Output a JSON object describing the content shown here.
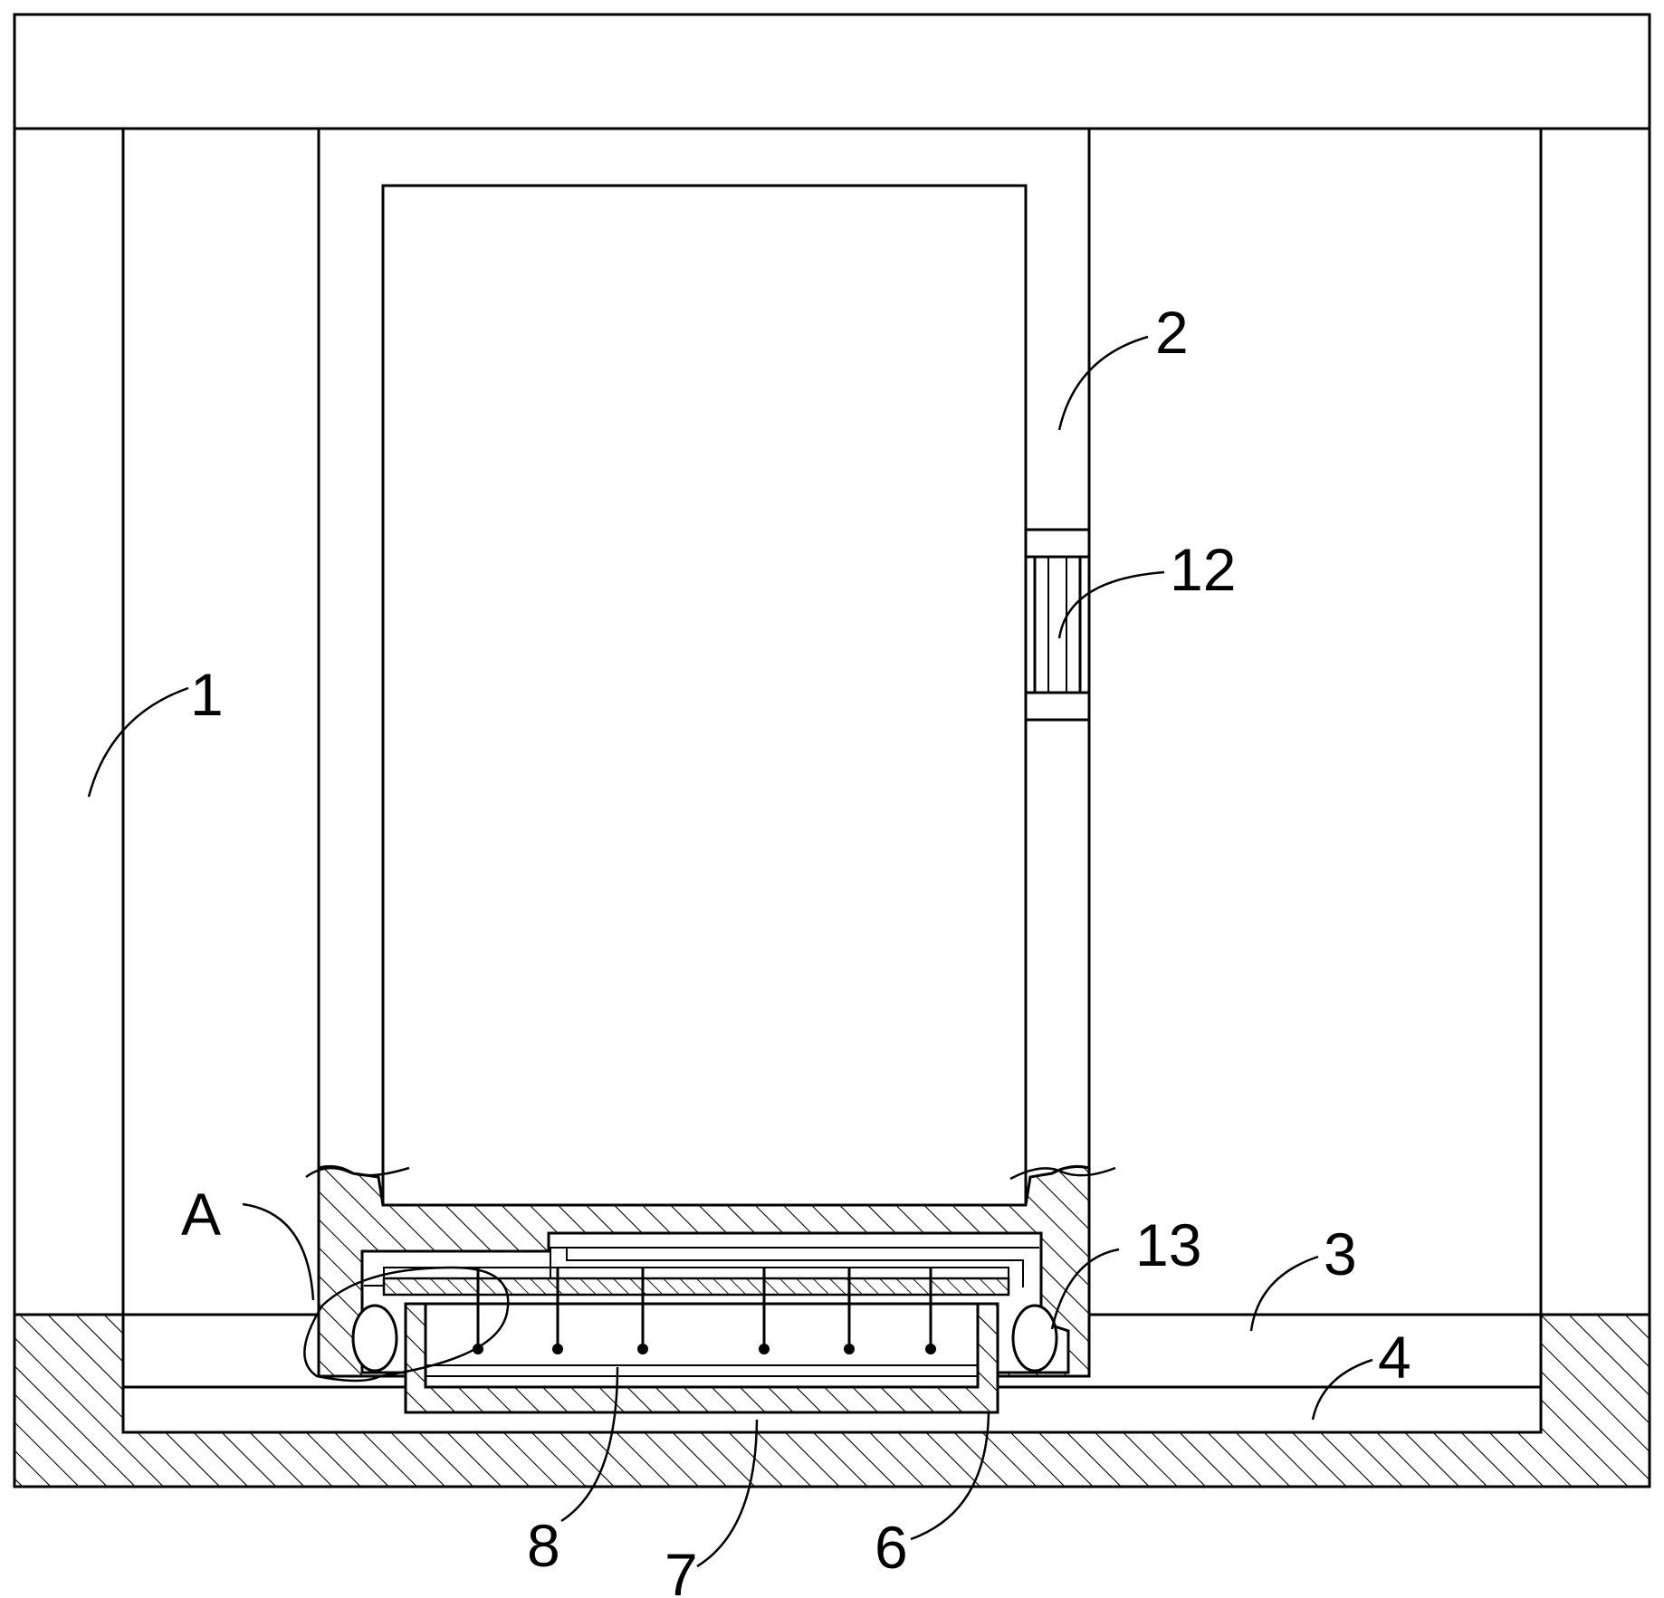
{
  "labels": {
    "l1": "1",
    "l2": "2",
    "l3": "3",
    "l4": "4",
    "l6": "6",
    "l7": "7",
    "l8": "8",
    "l12": "12",
    "l13": "13",
    "lA": "A"
  }
}
